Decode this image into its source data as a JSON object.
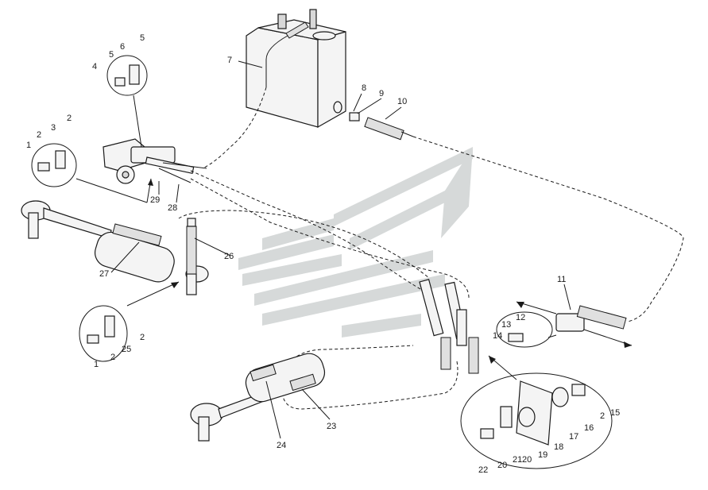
{
  "figure": {
    "colors": {
      "line": "#1a1a1a",
      "part_fill": "#f4f4f4",
      "watermark": "#cfd3d3"
    },
    "watermark": {
      "kind": "logo",
      "description": "stylized flag logo"
    },
    "callouts": [
      "1",
      "2",
      "3",
      "2",
      "4",
      "5",
      "6",
      "5",
      "7",
      "8",
      "9",
      "10",
      "11",
      "12",
      "13",
      "14",
      "15",
      "2",
      "16",
      "17",
      "18",
      "19",
      "20",
      "21",
      "20",
      "22",
      "23",
      "24",
      "25",
      "2",
      "1",
      "2",
      "26",
      "27",
      "28",
      "29"
    ]
  }
}
